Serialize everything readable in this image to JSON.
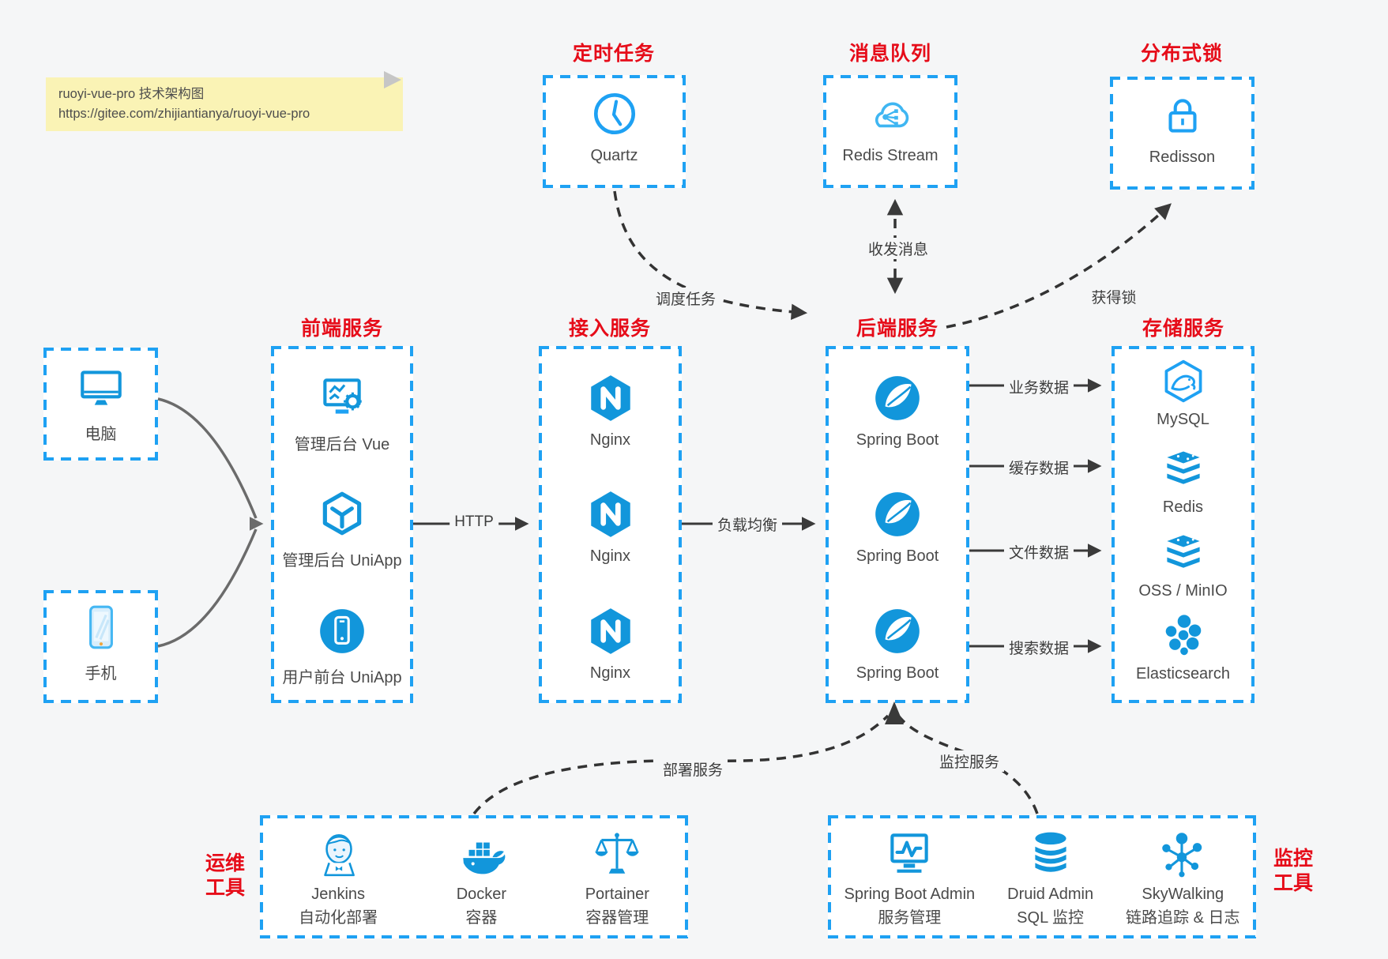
{
  "colors": {
    "background": "#f5f6f7",
    "box_border_blue": "#1ea1f3",
    "icon_blue": "#1296db",
    "title_red": "#e60c19",
    "arrow_dark": "#3a3a3a",
    "client_arrow_gray": "#6b6b6b",
    "note_yellow": "#faf3b5"
  },
  "note": {
    "title": "ruoyi-vue-pro 技术架构图",
    "url": "https://gitee.com/zhijiantianya/ruoyi-vue-pro"
  },
  "top_services": [
    {
      "title": "定时任务",
      "label": "Quartz",
      "icon": "clock-icon"
    },
    {
      "title": "消息队列",
      "label": "Redis Stream",
      "icon": "cloud-share-icon"
    },
    {
      "title": "分布式锁",
      "label": "Redisson",
      "icon": "lock-icon"
    }
  ],
  "clients": [
    {
      "label": "电脑",
      "icon": "desktop-icon"
    },
    {
      "label": "手机",
      "icon": "smartphone-icon"
    }
  ],
  "columns": [
    {
      "title": "前端服务",
      "items": [
        {
          "label": "管理后台 Vue",
          "icon": "admin-vue-icon"
        },
        {
          "label": "管理后台 UniApp",
          "icon": "uniapp-cube-icon"
        },
        {
          "label": "用户前台 UniApp",
          "icon": "user-app-icon"
        }
      ]
    },
    {
      "title": "接入服务",
      "items": [
        {
          "label": "Nginx",
          "icon": "nginx-icon"
        },
        {
          "label": "Nginx",
          "icon": "nginx-icon"
        },
        {
          "label": "Nginx",
          "icon": "nginx-icon"
        }
      ]
    },
    {
      "title": "后端服务",
      "items": [
        {
          "label": "Spring Boot",
          "icon": "spring-boot-icon"
        },
        {
          "label": "Spring Boot",
          "icon": "spring-boot-icon"
        },
        {
          "label": "Spring Boot",
          "icon": "spring-boot-icon"
        }
      ]
    },
    {
      "title": "存储服务",
      "items": [
        {
          "label": "MySQL",
          "icon": "mysql-icon"
        },
        {
          "label": "Redis",
          "icon": "redis-icon"
        },
        {
          "label": "OSS / MinIO",
          "icon": "oss-minio-icon"
        },
        {
          "label": "Elasticsearch",
          "icon": "elasticsearch-icon"
        }
      ]
    }
  ],
  "edges": {
    "http": "HTTP",
    "load_balance": "负载均衡",
    "business_data": "业务数据",
    "cache_data": "缓存数据",
    "file_data": "文件数据",
    "search_data": "搜索数据",
    "schedule_task": "调度任务",
    "send_receive_msg": "收发消息",
    "acquire_lock": "获得锁",
    "deploy_service": "部署服务",
    "monitor_service": "监控服务"
  },
  "ops_tools": {
    "title_line1": "运维",
    "title_line2": "工具",
    "items": [
      {
        "name": "Jenkins",
        "desc": "自动化部署",
        "icon": "jenkins-icon"
      },
      {
        "name": "Docker",
        "desc": "容器",
        "icon": "docker-icon"
      },
      {
        "name": "Portainer",
        "desc": "容器管理",
        "icon": "portainer-icon"
      }
    ]
  },
  "monitor_tools": {
    "title_line1": "监控",
    "title_line2": "工具",
    "items": [
      {
        "name": "Spring Boot Admin",
        "desc": "服务管理",
        "icon": "springboot-admin-icon"
      },
      {
        "name": "Druid Admin",
        "desc": "SQL 监控",
        "icon": "druid-icon"
      },
      {
        "name": "SkyWalking",
        "desc": "链路追踪 & 日志",
        "icon": "skywalking-icon"
      }
    ]
  }
}
